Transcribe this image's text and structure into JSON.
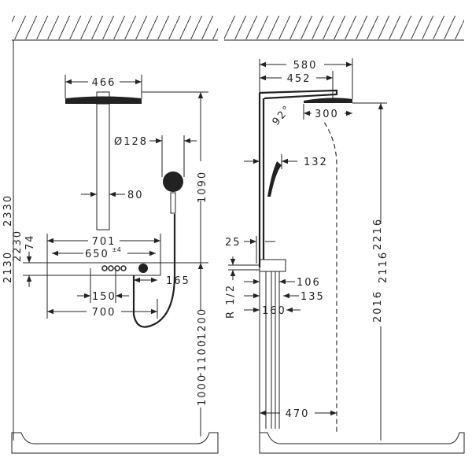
{
  "front_view": {
    "dims": {
      "head_width": "466",
      "handshower_diameter": "Ø128",
      "pipe_width": "80",
      "thermostat_width": "701",
      "connection_spacing": "650",
      "connection_tolerance": "±4",
      "thermostat_height": "74",
      "outlet_offset": "165",
      "inner_spacing": "150",
      "overall_700": "700",
      "height_1090": "1090",
      "height_1200": "1200",
      "height_1100": "1100",
      "height_1000": "1000",
      "height_2330": "2330",
      "height_2230": "2230",
      "height_2130": "2130"
    }
  },
  "side_view": {
    "dims": {
      "projection_580": "580",
      "projection_452": "452",
      "angle": "92°",
      "head_depth": "300",
      "handshower_offset": "132",
      "offset_25": "25",
      "depth_106": "106",
      "depth_135": "135",
      "depth_160": "160",
      "thread": "R 1/2",
      "floor_offset": "470",
      "height_2216": "2216",
      "height_2116": "2116",
      "height_2016": "2016"
    }
  }
}
